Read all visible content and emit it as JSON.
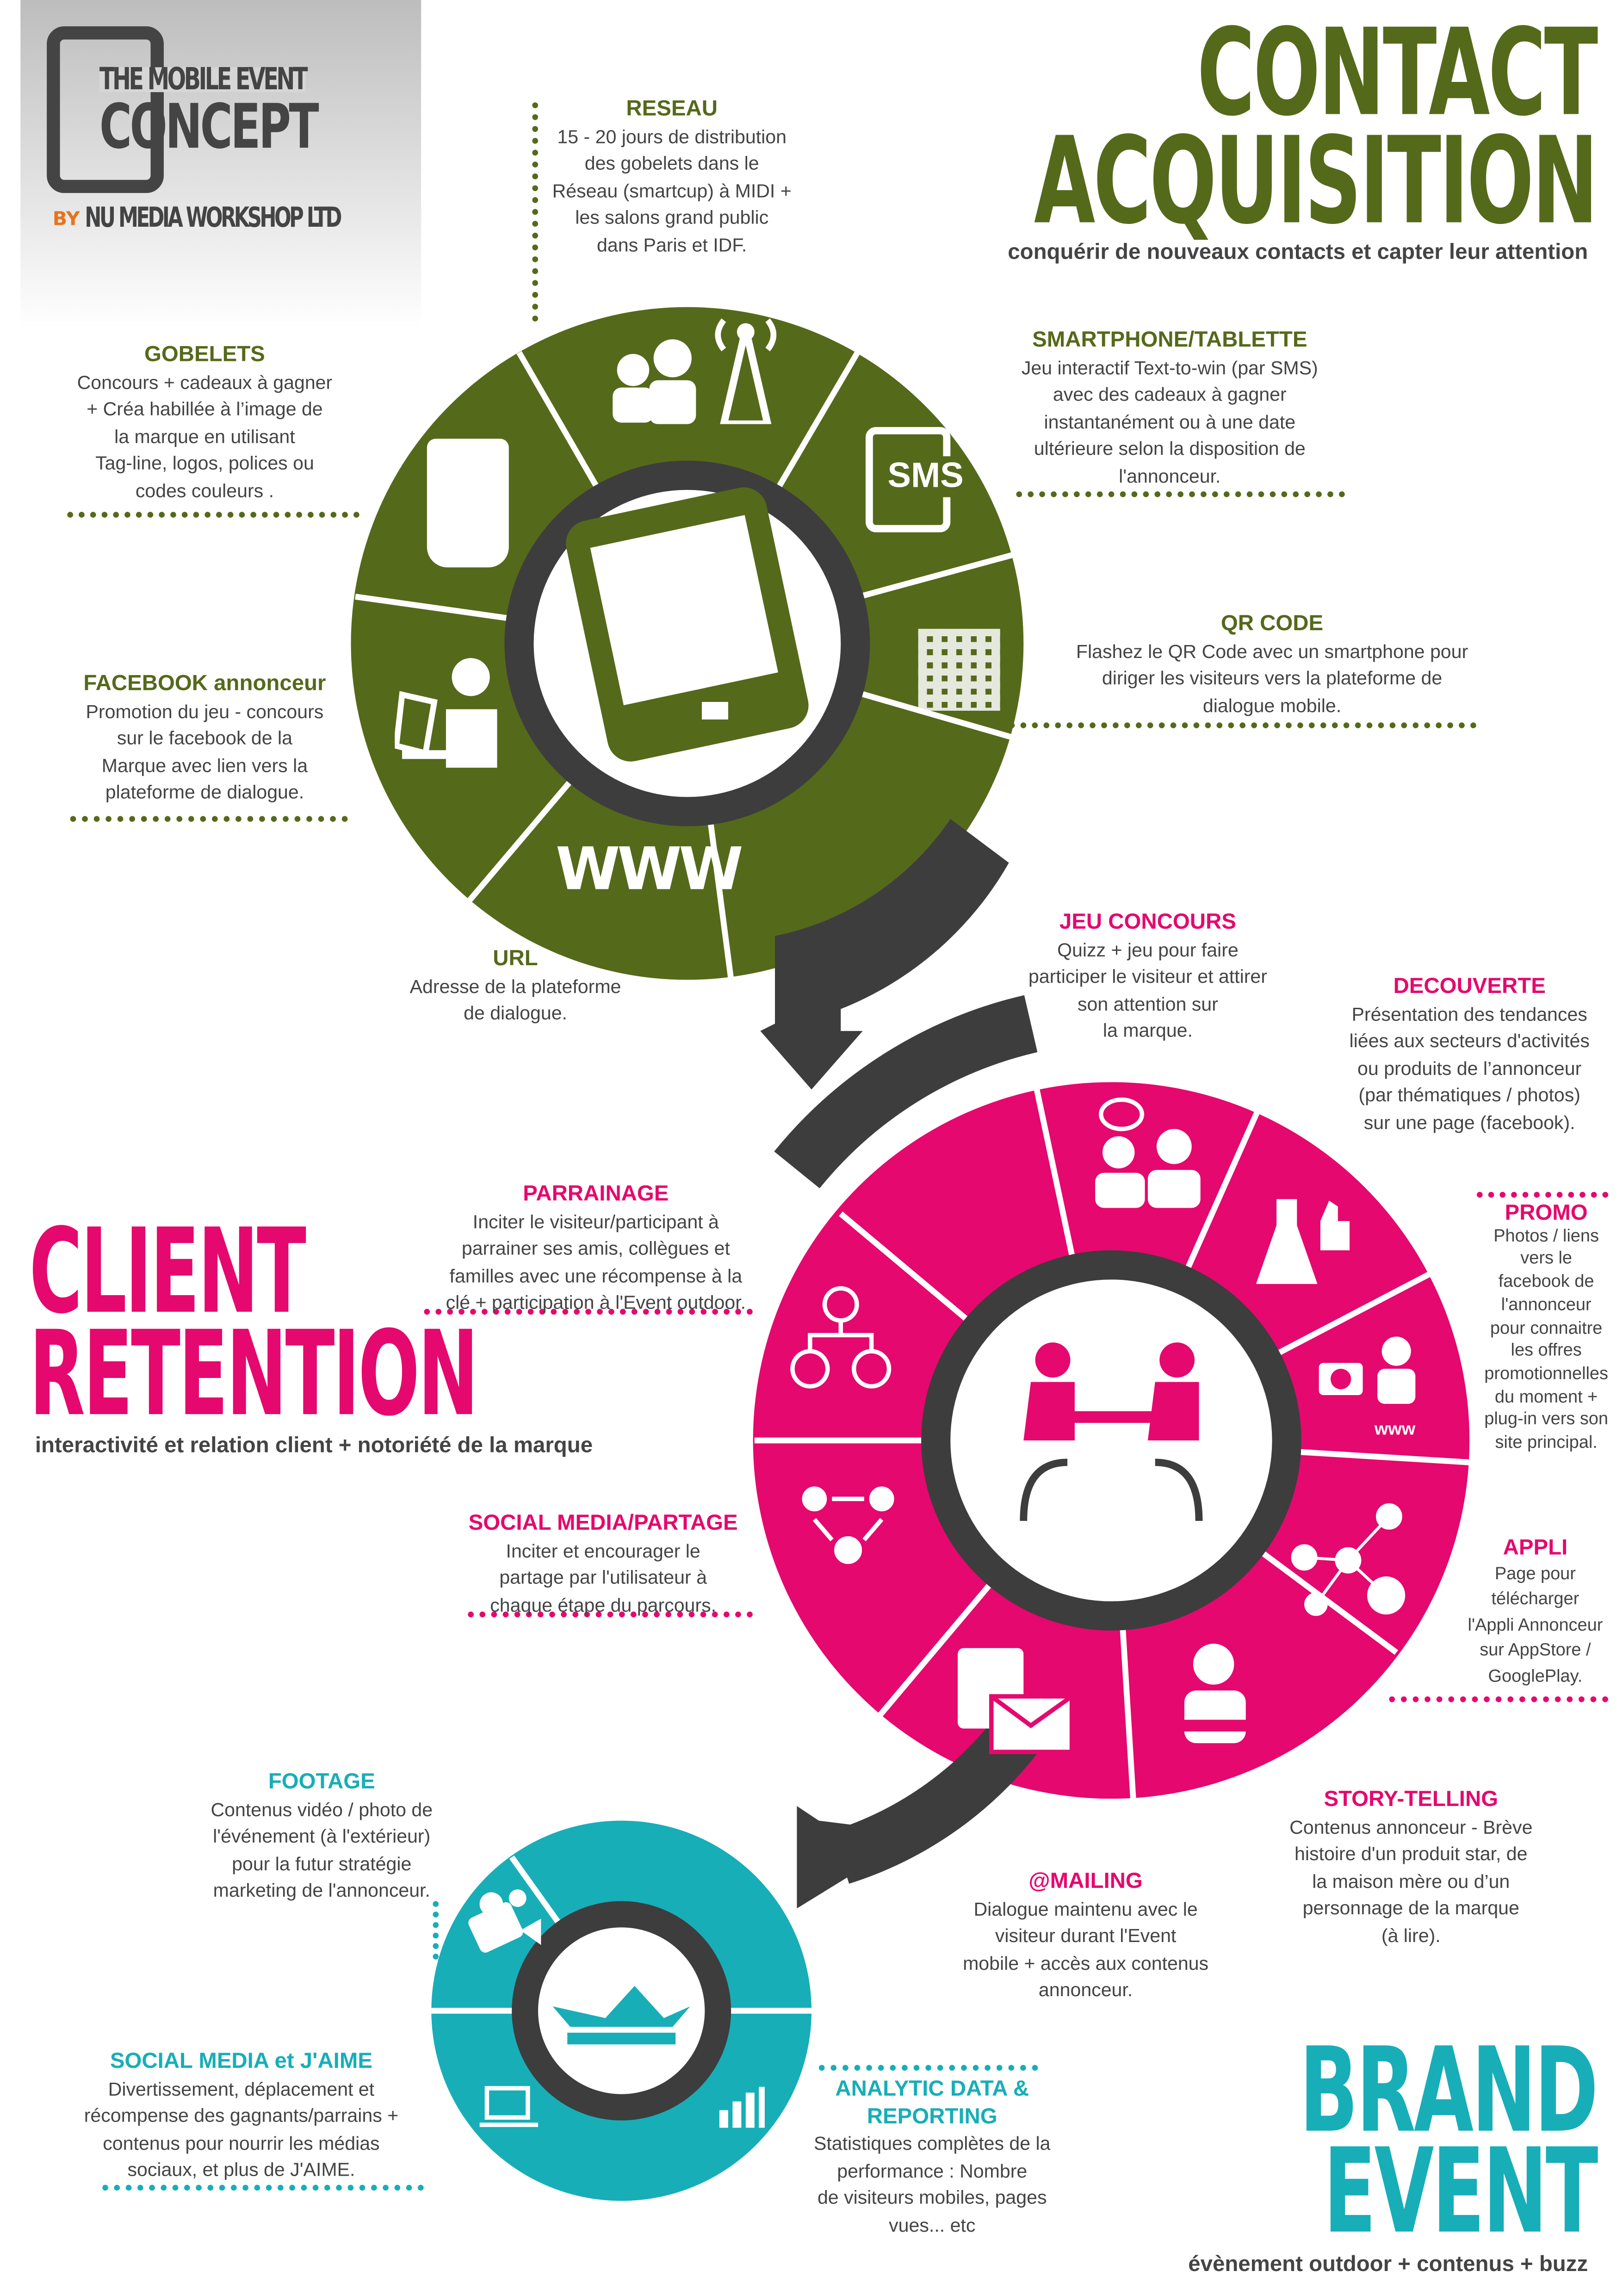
{
  "logo": {
    "line1": "THE MOBILE EVENT",
    "line2": "CONCEPT",
    "by": "BY",
    "company": "NU MEDIA WORKSHOP LTD"
  },
  "colors": {
    "green": "#55691b",
    "pink": "#e5086e",
    "teal": "#17aeb8",
    "dark": "#3d3d3d",
    "orange": "#e8731c"
  },
  "contact": {
    "title1": "CONTACT",
    "title2": "ACQUISITION",
    "subtitle": "conquérir de nouveaux contacts et capter leur attention",
    "items": {
      "reseau": {
        "title": "RESEAU",
        "lines": [
          "15 - 20  jours de distribution",
          "des gobelets dans le",
          "Réseau (smartcup) à MIDI +",
          "les salons grand public",
          "dans Paris et IDF."
        ]
      },
      "gobelets": {
        "title": "GOBELETS",
        "lines": [
          "Concours + cadeaux à gagner",
          "+ Créa  habillée à l’image de",
          "la marque en utilisant",
          "Tag-line, logos, polices ou",
          "codes couleurs ."
        ]
      },
      "smartphone": {
        "title": "SMARTPHONE/TABLETTE",
        "lines": [
          "Jeu interactif  Text-to-win  (par SMS)",
          "avec des cadeaux à gagner",
          "instantanément  ou à une date",
          "ultérieure  selon la disposition  de",
          "l'annonceur."
        ]
      },
      "qrcode": {
        "title": "QR CODE",
        "lines": [
          "Flashez le QR Code avec un smartphone pour",
          "diriger les visiteurs vers  la plateforme de",
          "dialogue mobile."
        ]
      },
      "facebook": {
        "title": "FACEBOOK annonceur",
        "lines": [
          "Promotion du  jeu - concours",
          "sur le facebook de la",
          "Marque avec lien vers la",
          "plateforme de dialogue."
        ]
      },
      "url": {
        "title": "URL",
        "lines": [
          "Adresse de la plateforme",
          "de dialogue."
        ]
      }
    },
    "icons": {
      "sms": "SMS",
      "www": "WWW"
    }
  },
  "client": {
    "title1": "CLIENT",
    "title2": "RETENTION",
    "subtitle": "interactivité et relation client  + notoriété de la marque",
    "items": {
      "jeu": {
        "title": "JEU CONCOURS",
        "lines": [
          "Quizz + jeu pour faire",
          "participer le visiteur et attirer",
          "son attention sur",
          "la marque."
        ]
      },
      "decouverte": {
        "title": "DECOUVERTE",
        "lines": [
          "Présentation des tendances",
          "liées aux secteurs d'activités",
          "ou produits de l’annonceur",
          "(par thématiques / photos)",
          "sur une page (facebook)."
        ]
      },
      "promo": {
        "title": "PROMO",
        "lines": [
          "Photos / liens",
          "vers le",
          "facebook de",
          "l'annonceur",
          "pour connaitre",
          "les offres",
          "promotionnelles",
          "du moment +",
          "plug-in vers son",
          "site principal."
        ]
      },
      "parrainage": {
        "title": "PARRAINAGE",
        "lines": [
          "Inciter le visiteur/participant  à",
          "parrainer  ses amis, collègues et",
          "familles avec une récompense à la",
          "clé + participation à l'Event outdoor."
        ]
      },
      "social": {
        "title": "SOCIAL MEDIA/PARTAGE",
        "lines": [
          "Inciter et encourager le",
          "partage par l'utilisateur à",
          "chaque étape du parcours."
        ]
      },
      "appli": {
        "title": "APPLI",
        "lines": [
          "Page pour",
          "télécharger",
          "l'Appli  Annonceur",
          "sur  AppStore /",
          "GooglePlay."
        ]
      },
      "story": {
        "title": "STORY-TELLING",
        "lines": [
          "Contenus annonceur - Brève",
          "histoire d'un produit star, de",
          "la maison mère ou d’un",
          "personnage  de la marque",
          "(à lire)."
        ]
      },
      "mailing": {
        "title": "@MAILING",
        "lines": [
          "Dialogue maintenu avec le",
          "visiteur durant l'Event",
          "mobile + accès aux contenus",
          "annonceur."
        ]
      }
    },
    "icons": {
      "www": "www"
    }
  },
  "brand": {
    "title1": "BRAND",
    "title2": "EVENT",
    "subtitle": "évènement  outdoor  + contenus  + buzz",
    "items": {
      "footage": {
        "title": "FOOTAGE",
        "lines": [
          "Contenus vidéo / photo de",
          "l'événement (à l'extérieur)",
          "pour la futur stratégie",
          "marketing de l'annonceur."
        ]
      },
      "socialjaime": {
        "title": "SOCIAL MEDIA et J'AIME",
        "lines": [
          "Divertissement, déplacement  et",
          "récompense des gagnants/parrains  +",
          "contenus  pour nourrir les médias",
          "sociaux, et plus de J'AIME."
        ]
      },
      "analytic": {
        "title": "ANALYTIC DATA &",
        "title2": "REPORTING",
        "lines": [
          "Statistiques complètes de la",
          "performance : Nombre",
          "de visiteurs mobiles, pages",
          "vues... etc"
        ]
      }
    }
  }
}
